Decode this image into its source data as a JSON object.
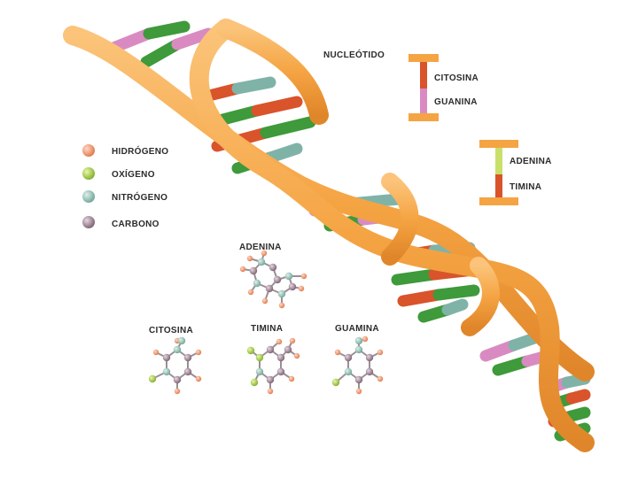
{
  "nucleotide": {
    "title": "NUCLEÓTIDO",
    "pairs": [
      {
        "label": "CITOSINA"
      },
      {
        "label": "GUANINA"
      },
      {
        "label": "ADENINA"
      },
      {
        "label": "TIMINA"
      }
    ]
  },
  "legend": {
    "items": [
      {
        "label": "HIDRÓGENO",
        "color": "#f0926a"
      },
      {
        "label": "OXÍGENO",
        "color": "#9bc53d"
      },
      {
        "label": "NITRÓGENO",
        "color": "#8fbfb0"
      },
      {
        "label": "CARBONO",
        "color": "#9a7f8f"
      }
    ]
  },
  "molecules": {
    "adenina": "ADENINA",
    "citosina": "CITOSINA",
    "timina": "TIMINA",
    "guamina": "GUAMINA"
  },
  "colors": {
    "backbone": "#f5a443",
    "backbone_dark": "#e08a2a",
    "pink": "#d98bc1",
    "green": "#3e9a3a",
    "red": "#d9532b",
    "teal": "#7fb3a8",
    "yellow_green": "#c8e06a"
  }
}
